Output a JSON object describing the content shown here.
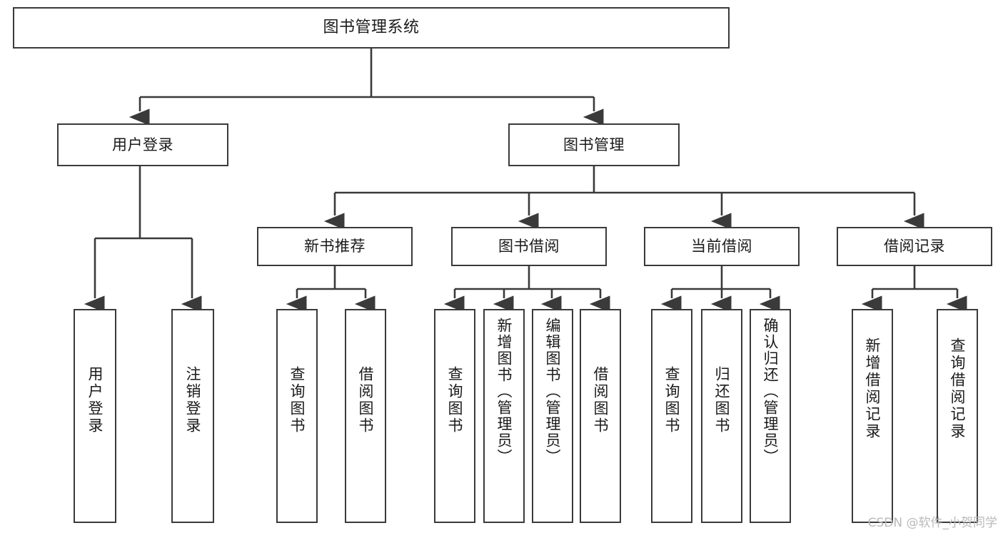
{
  "diagram": {
    "title": "图书管理系统",
    "type": "tree",
    "watermark": "CSDN @软件_小贺同学",
    "colors": {
      "box_stroke": "#3a3a3a",
      "box_fill": "#ffffff",
      "edge": "#3a3a3a",
      "text": "#1a1a1a",
      "watermark": "#b9b9b9",
      "background": "#ffffff"
    },
    "levels": [
      {
        "level": 1,
        "orientation": "horizontal"
      },
      {
        "level": 2,
        "orientation": "horizontal"
      },
      {
        "level": 3,
        "orientation": "horizontal"
      },
      {
        "level": 4,
        "orientation": "vertical"
      }
    ],
    "nodes": {
      "root": {
        "label": "图书管理系统",
        "level": 1
      },
      "user_login": {
        "label": "用户登录",
        "level": 2
      },
      "book_manage": {
        "label": "图书管理",
        "level": 2
      },
      "new_book_rec": {
        "label": "新书推荐",
        "level": 3
      },
      "book_borrow": {
        "label": "图书借阅",
        "level": 3
      },
      "current_borrow": {
        "label": "当前借阅",
        "level": 3
      },
      "borrow_record": {
        "label": "借阅记录",
        "level": 3
      },
      "leaf_user_login": {
        "label": "用户登录",
        "level": 4
      },
      "leaf_logout": {
        "label": "注销登录",
        "level": 4
      },
      "leaf_query_book_a": {
        "label": "查询图书",
        "level": 4
      },
      "leaf_borrow_book_a": {
        "label": "借阅图书",
        "level": 4
      },
      "leaf_query_book_b": {
        "label": "查询图书",
        "level": 4
      },
      "leaf_add_book": {
        "label": "新增图书（管理员）",
        "level": 4
      },
      "leaf_edit_book": {
        "label": "编辑图书（管理员）",
        "level": 4
      },
      "leaf_borrow_book_b": {
        "label": "借阅图书",
        "level": 4
      },
      "leaf_query_book_c": {
        "label": "查询图书",
        "level": 4
      },
      "leaf_return_book": {
        "label": "归还图书",
        "level": 4
      },
      "leaf_confirm_return": {
        "label": "确认归还（管理员）",
        "level": 4
      },
      "leaf_add_record": {
        "label": "新增借阅记录",
        "level": 4
      },
      "leaf_query_record": {
        "label": "查询借阅记录",
        "level": 4
      }
    },
    "edges": [
      {
        "from": "root",
        "to": "user_login"
      },
      {
        "from": "root",
        "to": "book_manage"
      },
      {
        "from": "user_login",
        "to": "leaf_user_login"
      },
      {
        "from": "user_login",
        "to": "leaf_logout"
      },
      {
        "from": "book_manage",
        "to": "new_book_rec"
      },
      {
        "from": "book_manage",
        "to": "book_borrow"
      },
      {
        "from": "book_manage",
        "to": "current_borrow"
      },
      {
        "from": "book_manage",
        "to": "borrow_record"
      },
      {
        "from": "new_book_rec",
        "to": "leaf_query_book_a"
      },
      {
        "from": "new_book_rec",
        "to": "leaf_borrow_book_a"
      },
      {
        "from": "book_borrow",
        "to": "leaf_query_book_b"
      },
      {
        "from": "book_borrow",
        "to": "leaf_add_book"
      },
      {
        "from": "book_borrow",
        "to": "leaf_edit_book"
      },
      {
        "from": "book_borrow",
        "to": "leaf_borrow_book_b"
      },
      {
        "from": "current_borrow",
        "to": "leaf_query_book_c"
      },
      {
        "from": "current_borrow",
        "to": "leaf_return_book"
      },
      {
        "from": "current_borrow",
        "to": "leaf_confirm_return"
      },
      {
        "from": "borrow_record",
        "to": "leaf_add_record"
      },
      {
        "from": "borrow_record",
        "to": "leaf_query_record"
      }
    ]
  }
}
